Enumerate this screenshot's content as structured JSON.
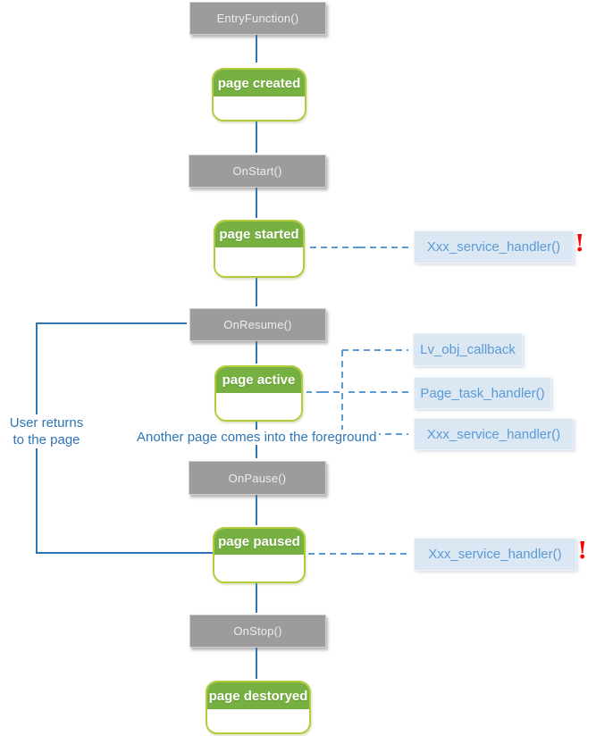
{
  "nodes": {
    "entry_function": {
      "label": "EntryFunction()"
    },
    "on_start": {
      "label": "OnStart()"
    },
    "on_resume": {
      "label": "OnResume()"
    },
    "on_pause": {
      "label": "OnPause()"
    },
    "on_stop": {
      "label": "OnStop()"
    }
  },
  "states": {
    "page_created": {
      "label": "page created"
    },
    "page_started": {
      "label": "page started"
    },
    "page_active": {
      "label": "page active"
    },
    "page_paused": {
      "label": "page paused"
    },
    "page_destoryed": {
      "label": "page destoryed"
    }
  },
  "handlers": {
    "started_service": {
      "label": "Xxx_service_handler()",
      "alert": "!"
    },
    "lv_obj_callback": {
      "label": "Lv_obj_callback"
    },
    "page_task_handler": {
      "label": "Page_task_handler()"
    },
    "active_service": {
      "label": "Xxx_service_handler()"
    },
    "paused_service": {
      "label": "Xxx_service_handler()",
      "alert": "!"
    }
  },
  "annotations": {
    "user_returns": "User returns\nto the page",
    "another_page": "Another page comes into the foreground"
  },
  "colors": {
    "solid_arrow": "#2E75B6",
    "dashed_arrow": "#5B9BD5",
    "process_fill": "#9C9C9C",
    "state_header_fill": "#76B041",
    "state_border": "#B2CC3B",
    "handler_fill": "#DCE7F4",
    "handler_text": "#5B9BD5",
    "annotation_text": "#2E75B6",
    "alert": "#FF0000"
  }
}
